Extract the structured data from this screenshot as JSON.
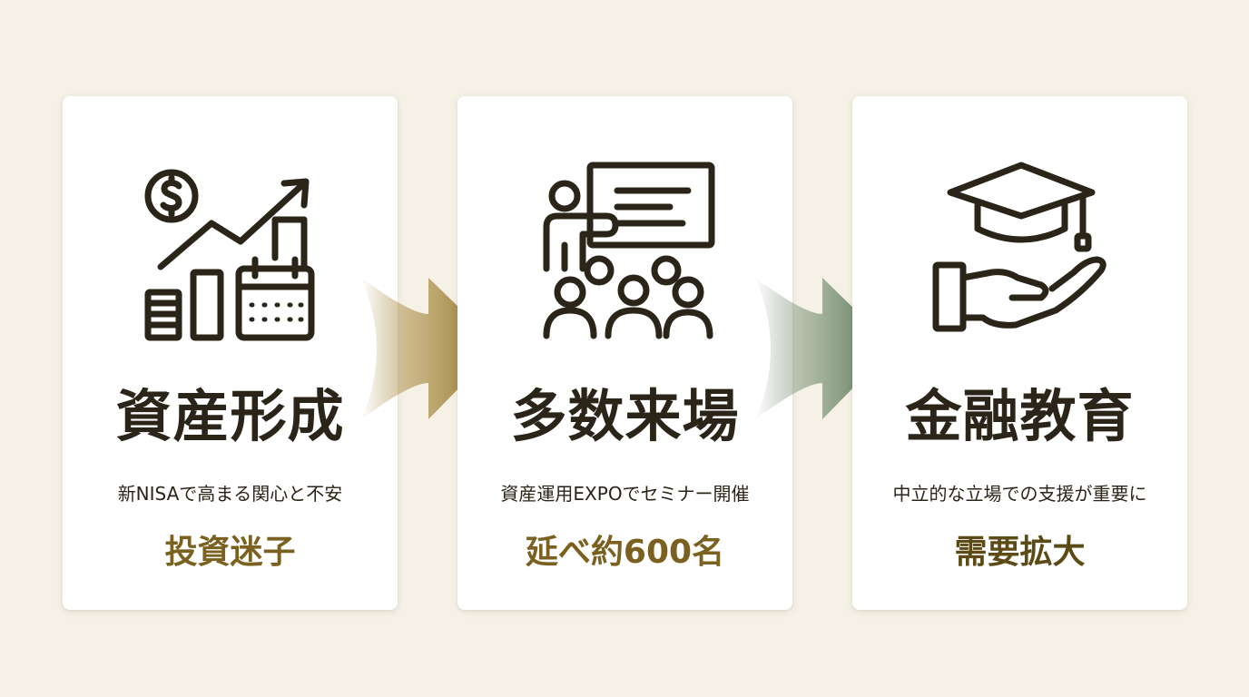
{
  "steps": [
    {
      "icon": "investment-growth-icon",
      "title": "資産形成",
      "subtitle": "新NISAで高まる関心と不安",
      "highlight": "投資迷子"
    },
    {
      "icon": "seminar-presentation-icon",
      "title": "多数来場",
      "subtitle": "資産運用EXPOでセミナー開催",
      "highlight": "延べ約600名"
    },
    {
      "icon": "education-hand-cap-icon",
      "title": "金融教育",
      "subtitle": "中立的な立場での支援が重要に",
      "highlight": "需要拡大"
    }
  ],
  "colors": {
    "background": "#f5f1e7",
    "card": "#ffffff",
    "text": "#2b2418",
    "highlight": "#7a6120",
    "arrow_gold": "#8c6d1e",
    "arrow_green": "#4e6b4c"
  }
}
